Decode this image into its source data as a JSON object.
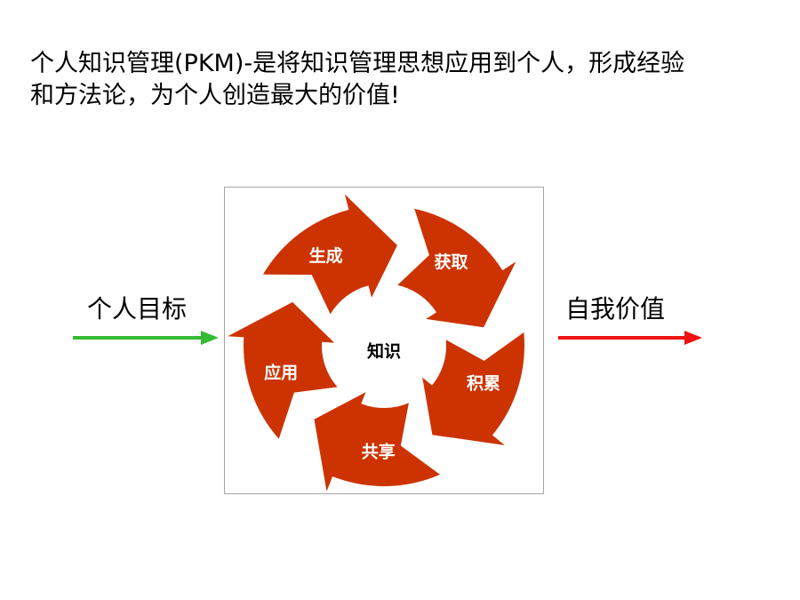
{
  "title": {
    "line1": "个人知识管理(PKM)-是将知识管理思想应用到个人，形成经验",
    "line2": "和方法论，为个人创造最大的价值!"
  },
  "left_label": "个人目标",
  "right_label": "自我价值",
  "cycle": {
    "center": "知识",
    "segments": [
      "生成",
      "获取",
      "积累",
      "共享",
      "应用"
    ]
  },
  "colors": {
    "segment_fill": "#cc3300",
    "left_arrow": "#33bb33",
    "right_arrow": "#ee1111",
    "frame_border": "#a6a6a6"
  }
}
